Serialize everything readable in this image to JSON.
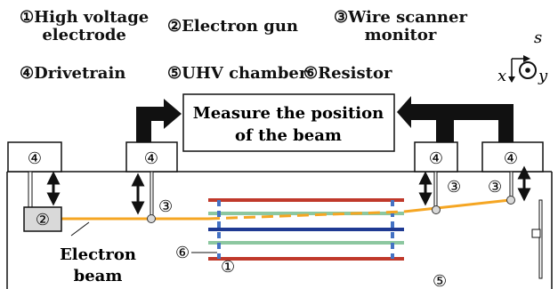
{
  "legend": {
    "item1_line1": "①High voltage",
    "item1_line2": "electrode",
    "item2": "②Electron gun",
    "item3_line1": "③Wire scanner",
    "item3_line2": "monitor",
    "item4": "④Drivetrain",
    "item5": "⑤UHV chamber",
    "item6": "⑥Resistor"
  },
  "axes": {
    "s": "s",
    "x": "x",
    "y": "y"
  },
  "measure_box": {
    "line1": "Measure the position",
    "line2": "of the beam"
  },
  "labels": {
    "drive": "④",
    "gun": "②",
    "scanner": "③",
    "electrode": "①",
    "resistor": "⑥",
    "chamber": "⑤",
    "beam_line1": "Electron",
    "beam_line2": "beam"
  },
  "colors": {
    "beam": "#f5a623",
    "plate_red": "#c0392b",
    "plate_green": "#8cc7a0",
    "plate_blue": "#1f3a93",
    "dash_blue": "#4472c4",
    "gun_fill": "#d9d9d9"
  }
}
